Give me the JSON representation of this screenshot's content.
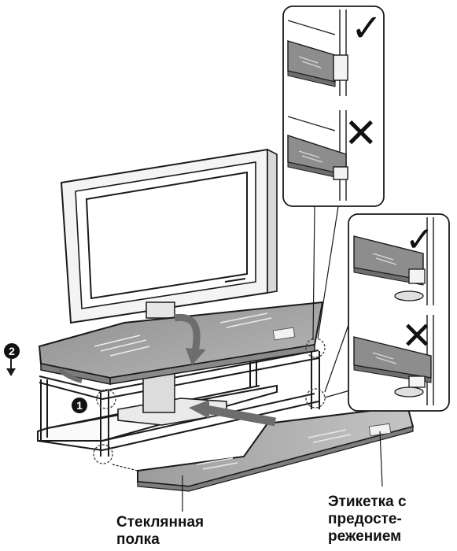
{
  "labels": {
    "glass_shelf": "Стеклянная\nполка",
    "warning_label": "Этикетка с\nпредосте-\nрежением"
  },
  "steps": {
    "step_one": "1",
    "step_two": "2"
  },
  "detail_marks": {
    "top_correct": "✓",
    "top_incorrect": "✕",
    "bottom_correct": "✓",
    "bottom_incorrect": "✕"
  },
  "colors": {
    "line": "#1a1a1a",
    "glass": "#9a9a9a",
    "glass_light": "#bdbdbd",
    "screen": "#ffffff",
    "detail_bg": "#ffffff"
  }
}
